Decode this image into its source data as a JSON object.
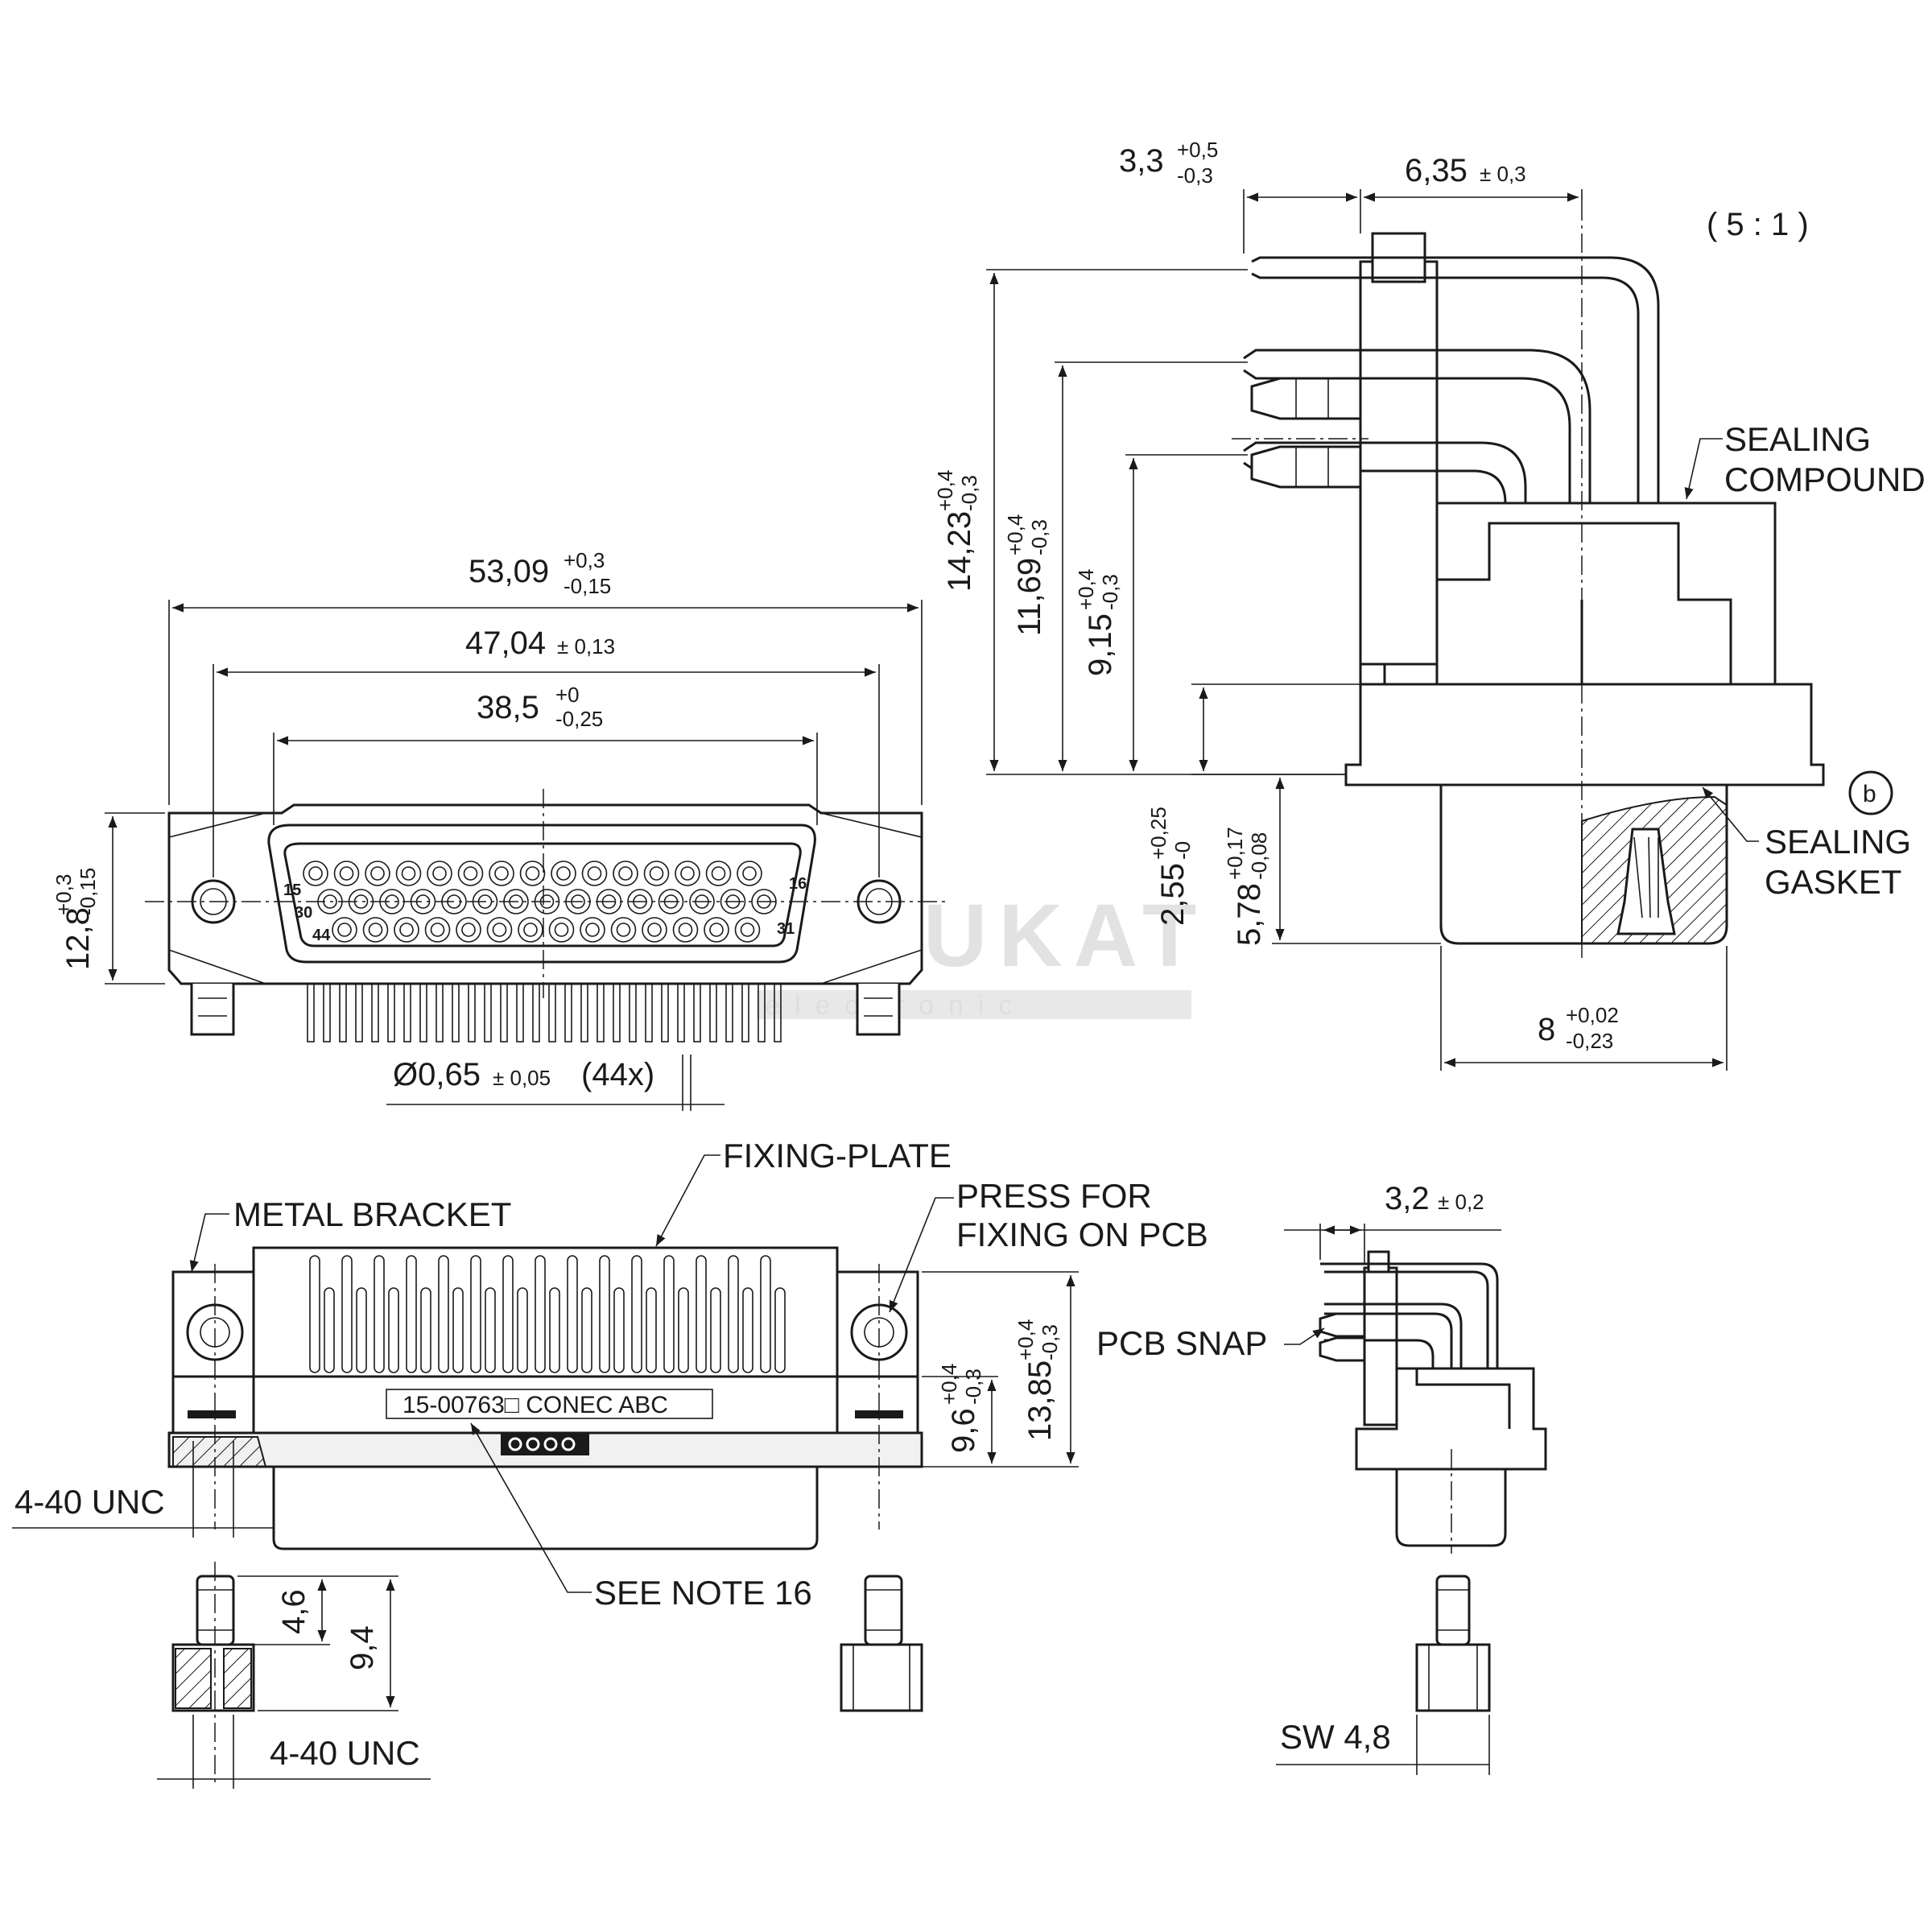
{
  "title": {
    "scale": "( 5 : 1 )",
    "watermark": "CHUKAT",
    "watermark_sub": "electronic"
  },
  "front_view": {
    "width_overall": {
      "value": "53,09",
      "tol_upper": "+0,3",
      "tol_lower": "-0,15"
    },
    "hole_pitch": {
      "value": "47,04",
      "tol": "± 0,13"
    },
    "shell_width": {
      "value": "38,5",
      "tol_upper": "+0",
      "tol_lower": "-0,25"
    },
    "height": {
      "value": "12,8",
      "tol_upper": "+0,3",
      "tol_lower": "-0,15"
    },
    "pin_diameter": {
      "value": "Ø0,65",
      "tol": "± 0,05",
      "count": "(44x)"
    },
    "pin_labels": {
      "first_row_start": "15",
      "second_row_start": "30",
      "third_row_start": "44",
      "first_row_end": "16",
      "last": "31"
    }
  },
  "side_view": {
    "offset_top": {
      "value": "3,3",
      "tol_upper": "+0,5",
      "tol_lower": "-0,3"
    },
    "pitch_top": {
      "value": "6,35",
      "tol": "± 0,3"
    },
    "height_1": {
      "value": "14,23",
      "tol_upper": "+0,4",
      "tol_lower": "-0,3"
    },
    "height_2": {
      "value": "11,69",
      "tol_upper": "+0,4",
      "tol_lower": "-0,3"
    },
    "height_3": {
      "value": "9,15",
      "tol_upper": "+0,4",
      "tol_lower": "-0,3"
    },
    "gap": {
      "value": "2,55",
      "tol_upper": "+0,25",
      "tol_lower": "-0"
    },
    "depth": {
      "value": "5,78",
      "tol_upper": "+0,17",
      "tol_lower": "-0,08"
    },
    "width_bottom": {
      "value": "8",
      "tol_upper": "+0,02",
      "tol_lower": "-0,23"
    },
    "callout_sealing_compound": [
      "SEALING",
      "COMPOUND"
    ],
    "callout_sealing_gasket": [
      "SEALING",
      "GASKET"
    ],
    "detail_mark": "b"
  },
  "top_view": {
    "callout_metal_bracket": "METAL BRACKET",
    "callout_fixing_plate": "FIXING-PLATE",
    "callout_press": [
      "PRESS FOR",
      "FIXING ON PCB"
    ],
    "marking_text": "15-00763□  CONEC  ABC",
    "thread_left": "4-40 UNC",
    "height_small": {
      "value": "9,6",
      "tol_upper": "+0,4",
      "tol_lower": "-0,3"
    },
    "height_large": {
      "value": "13,85",
      "tol_upper": "+0,4",
      "tol_lower": "-0,3"
    },
    "see_note": "SEE NOTE 16"
  },
  "screw_view": {
    "length_thread": "4,6",
    "length_total": "9,4",
    "thread_bottom": "4-40 UNC"
  },
  "small_side_view": {
    "width": {
      "value": "3,2",
      "tol": "± 0,2"
    },
    "callout_pcb_snap": "PCB SNAP",
    "wrench_size": "SW 4,8"
  }
}
